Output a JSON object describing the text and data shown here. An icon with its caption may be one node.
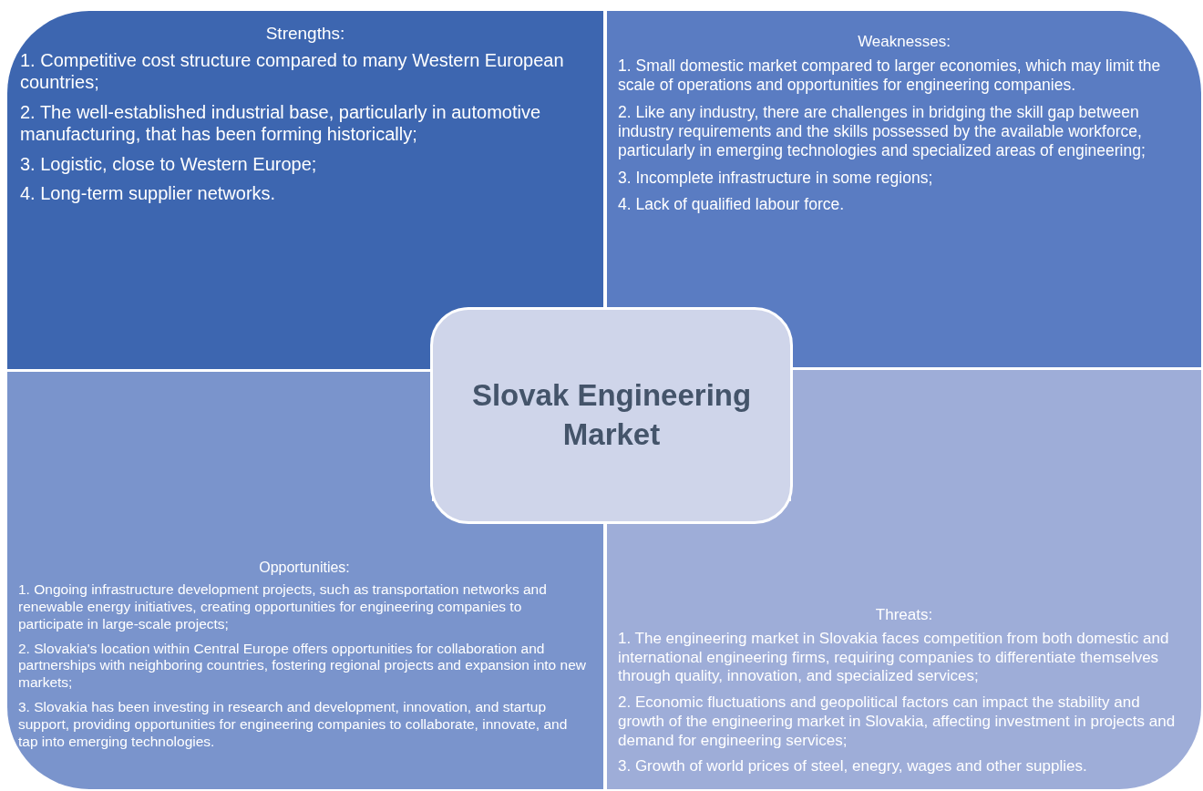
{
  "diagram": {
    "nodes": [
      {
        "text": [
          "Strengths:",
          "1. Competitive cost structure compared to many Western European countries;",
          "2. The well-established industrial base, particularly in automotive manufacturing, that has been forming historically;",
          "3. Logistic, close to Western Europe;",
          "4. Long-term supplier networks."
        ]
      },
      {
        "text": [
          "Weaknesses:",
          "1. Small domestic market compared to larger economies, which may limit the scale of operations and opportunities for engineering companies.",
          "2. Like any industry, there are challenges in bridging the skill gap between industry requirements and the skills possessed by the available workforce, particularly in emerging technologies and specialized areas of engineering;",
          "3. Incomplete infrastructure in some regions;",
          "4. Lack of qualified labour force."
        ]
      },
      {
        "text": [
          "Opportunities:",
          "1. Ongoing infrastructure development projects, such as transportation networks and renewable energy initiatives, creating opportunities for engineering companies to participate in large-scale projects;",
          "2. Slovakia's location within Central Europe offers opportunities for collaboration and partnerships with neighboring countries, fostering regional projects and expansion into new markets;",
          "3. Slovakia has been investing in research and development, innovation, and startup support, providing opportunities for engineering companies to collaborate, innovate, and tap into emerging technologies."
        ]
      },
      {
        "text": [
          "Threats:",
          "1. The engineering market in Slovakia faces competition from both domestic and international engineering firms, requiring companies to differentiate themselves through quality, innovation, and specialized services;",
          "2. Economic fluctuations and geopolitical factors can impact the stability and growth of the engineering market in Slovakia, affecting investment in projects and demand for engineering services;",
          "3. Growth of world prices of steel, enegry, wages and other supplies."
        ]
      },
      {
        "text": [
          "Slovak Engineering Market"
        ]
      }
    ]
  }
}
